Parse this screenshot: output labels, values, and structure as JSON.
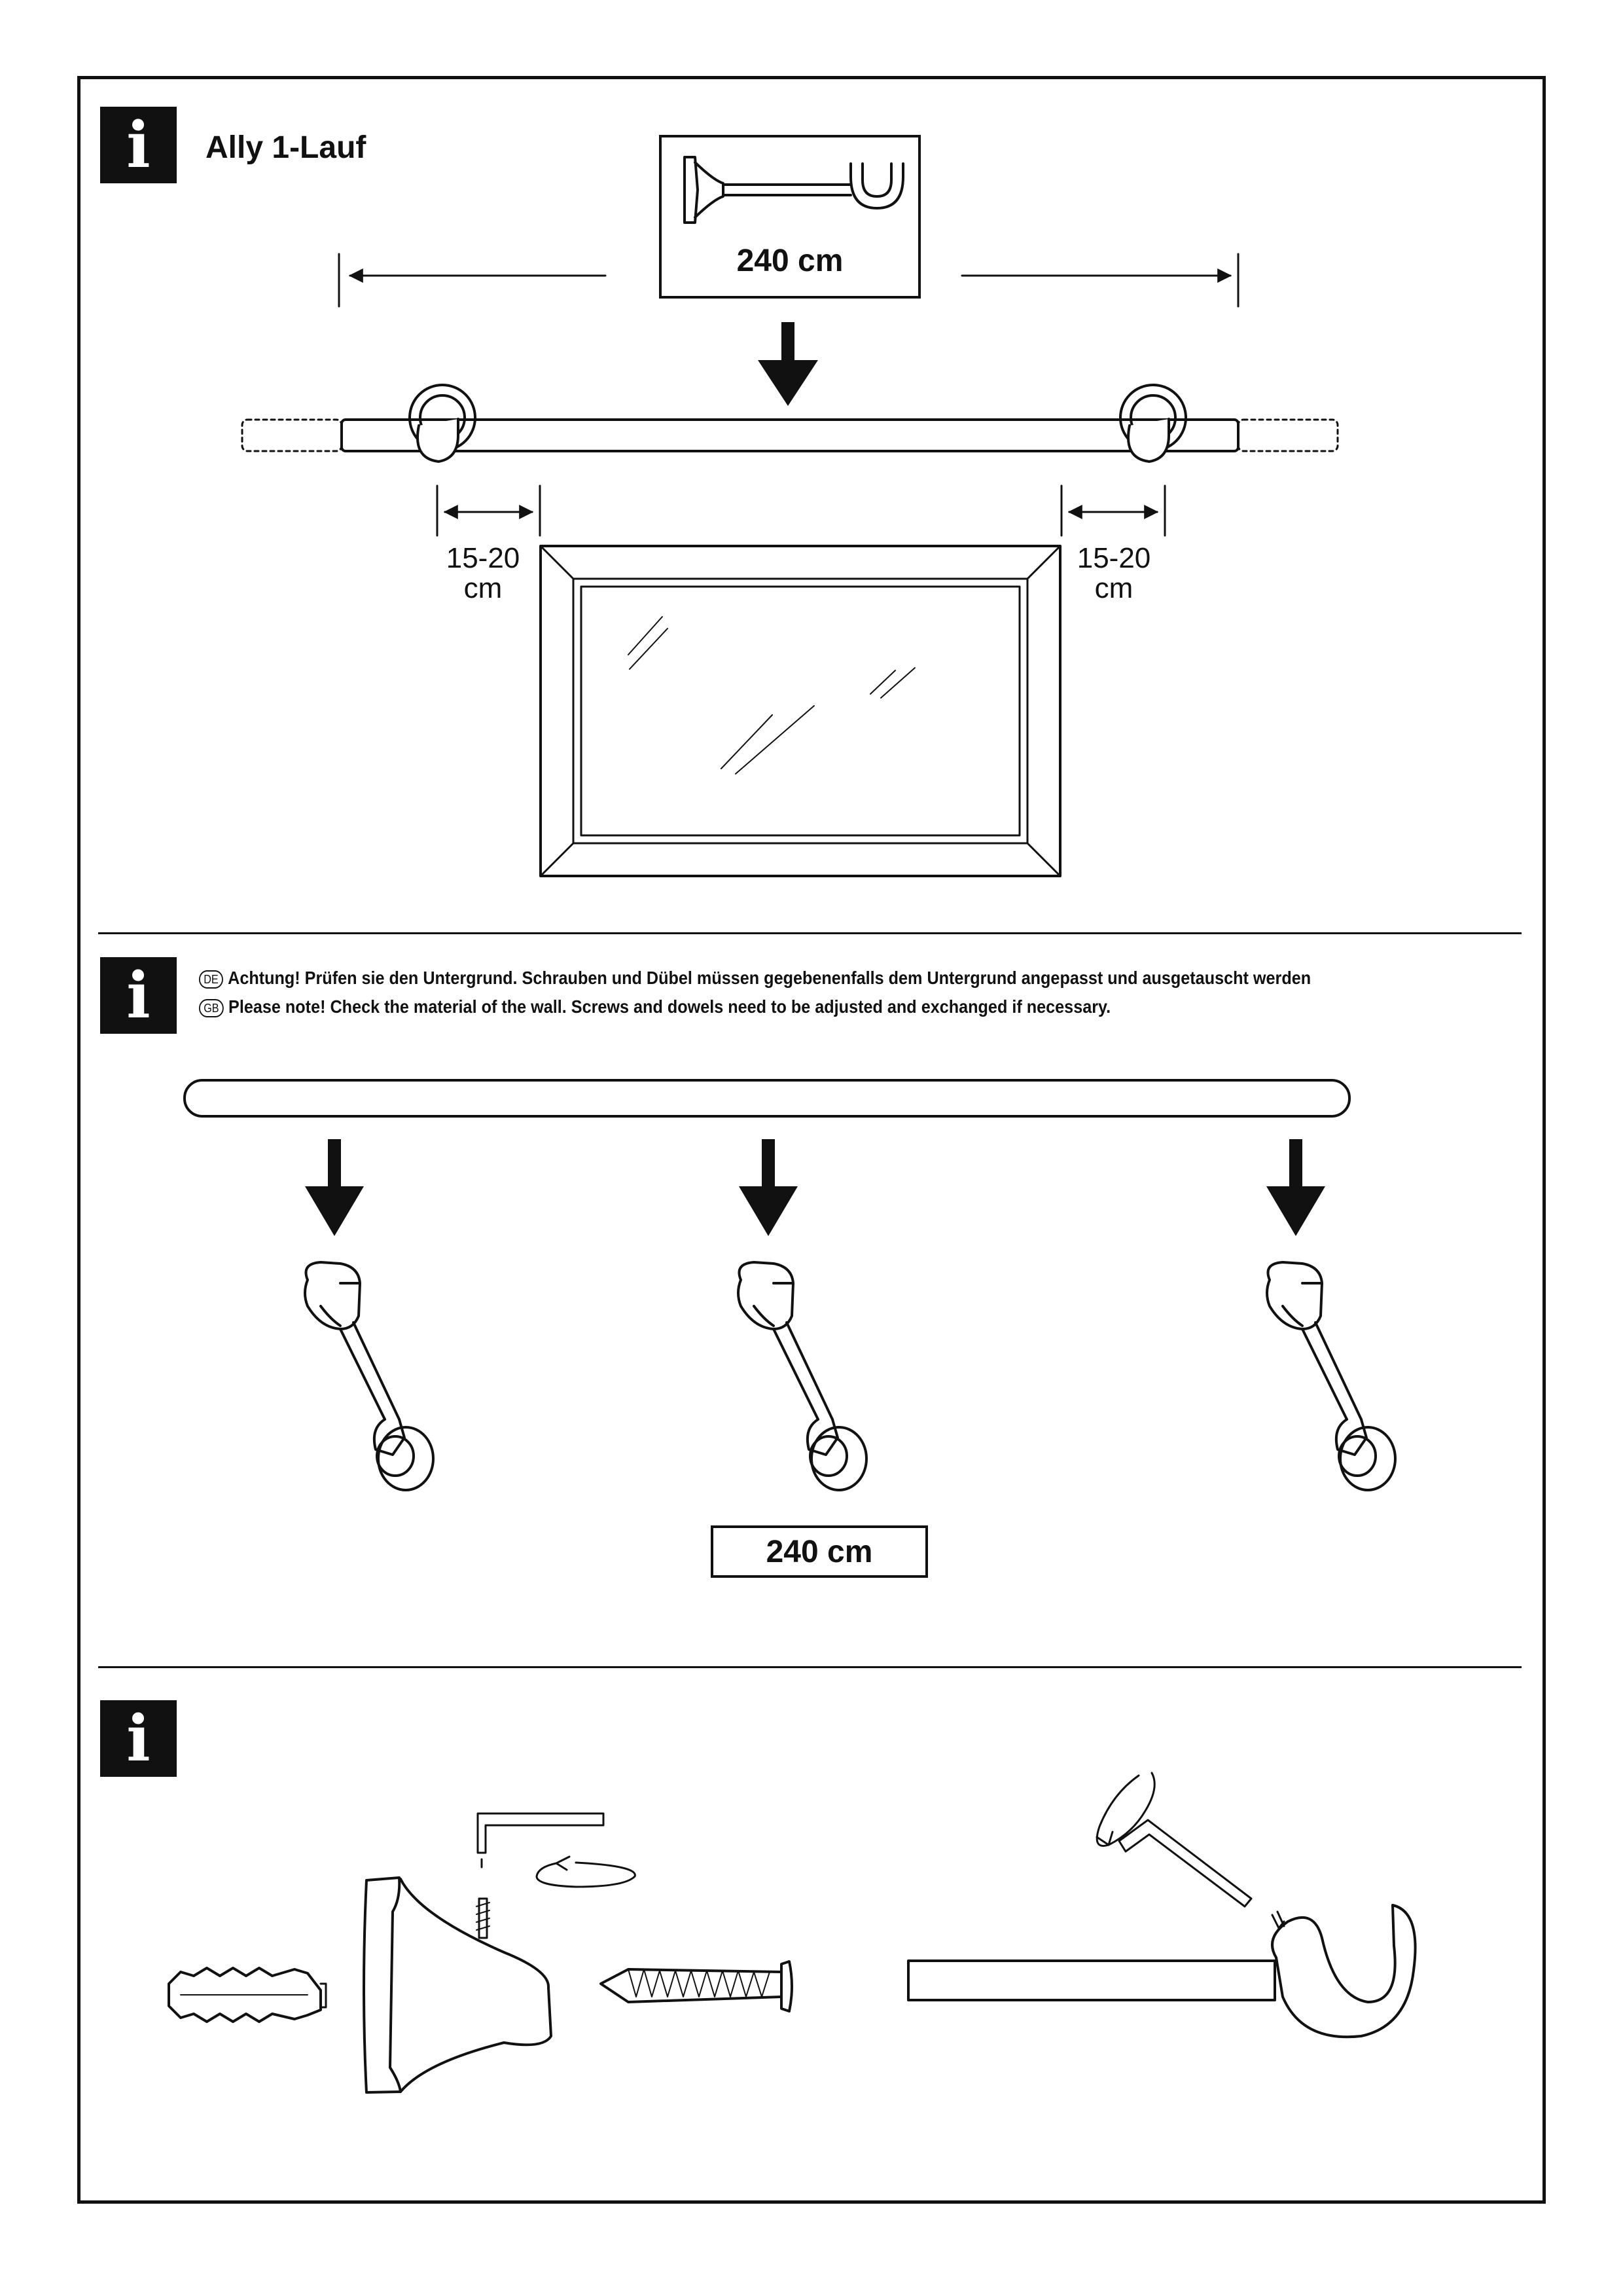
{
  "section1": {
    "title": "Ally 1-Lauf",
    "rod_length": "240 cm",
    "gap_left": "15-20",
    "gap_right": "15-20",
    "gap_unit": "cm"
  },
  "section2": {
    "note_de_flag": "DE",
    "note_de": "Achtung! Prüfen sie den Untergrund. Schrauben und Dübel müssen gegebenenfalls dem Untergrund angepasst und ausgetauscht werden",
    "note_gb_flag": "GB",
    "note_gb": "Please note!  Check the material of the wall. Screws and dowels need to be adjusted and exchanged if necessary.",
    "rod_length": "240 cm"
  },
  "icons": {
    "info": "i",
    "info_name": "info-icon"
  }
}
